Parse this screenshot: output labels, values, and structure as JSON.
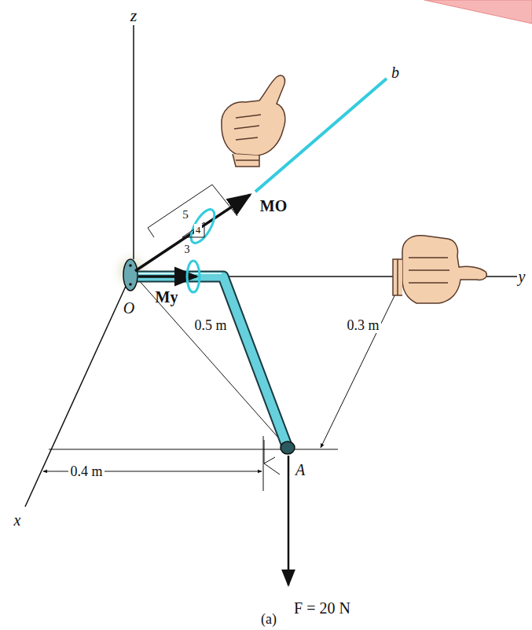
{
  "diagram": {
    "labels": [
      "z",
      "b",
      "MO",
      "5",
      "4",
      "3",
      "O",
      "My",
      "0.5 m",
      "0.3 m",
      "y",
      "0.4 m",
      "x",
      "A",
      "F = 20 N",
      "(a)"
    ]
  }
}
